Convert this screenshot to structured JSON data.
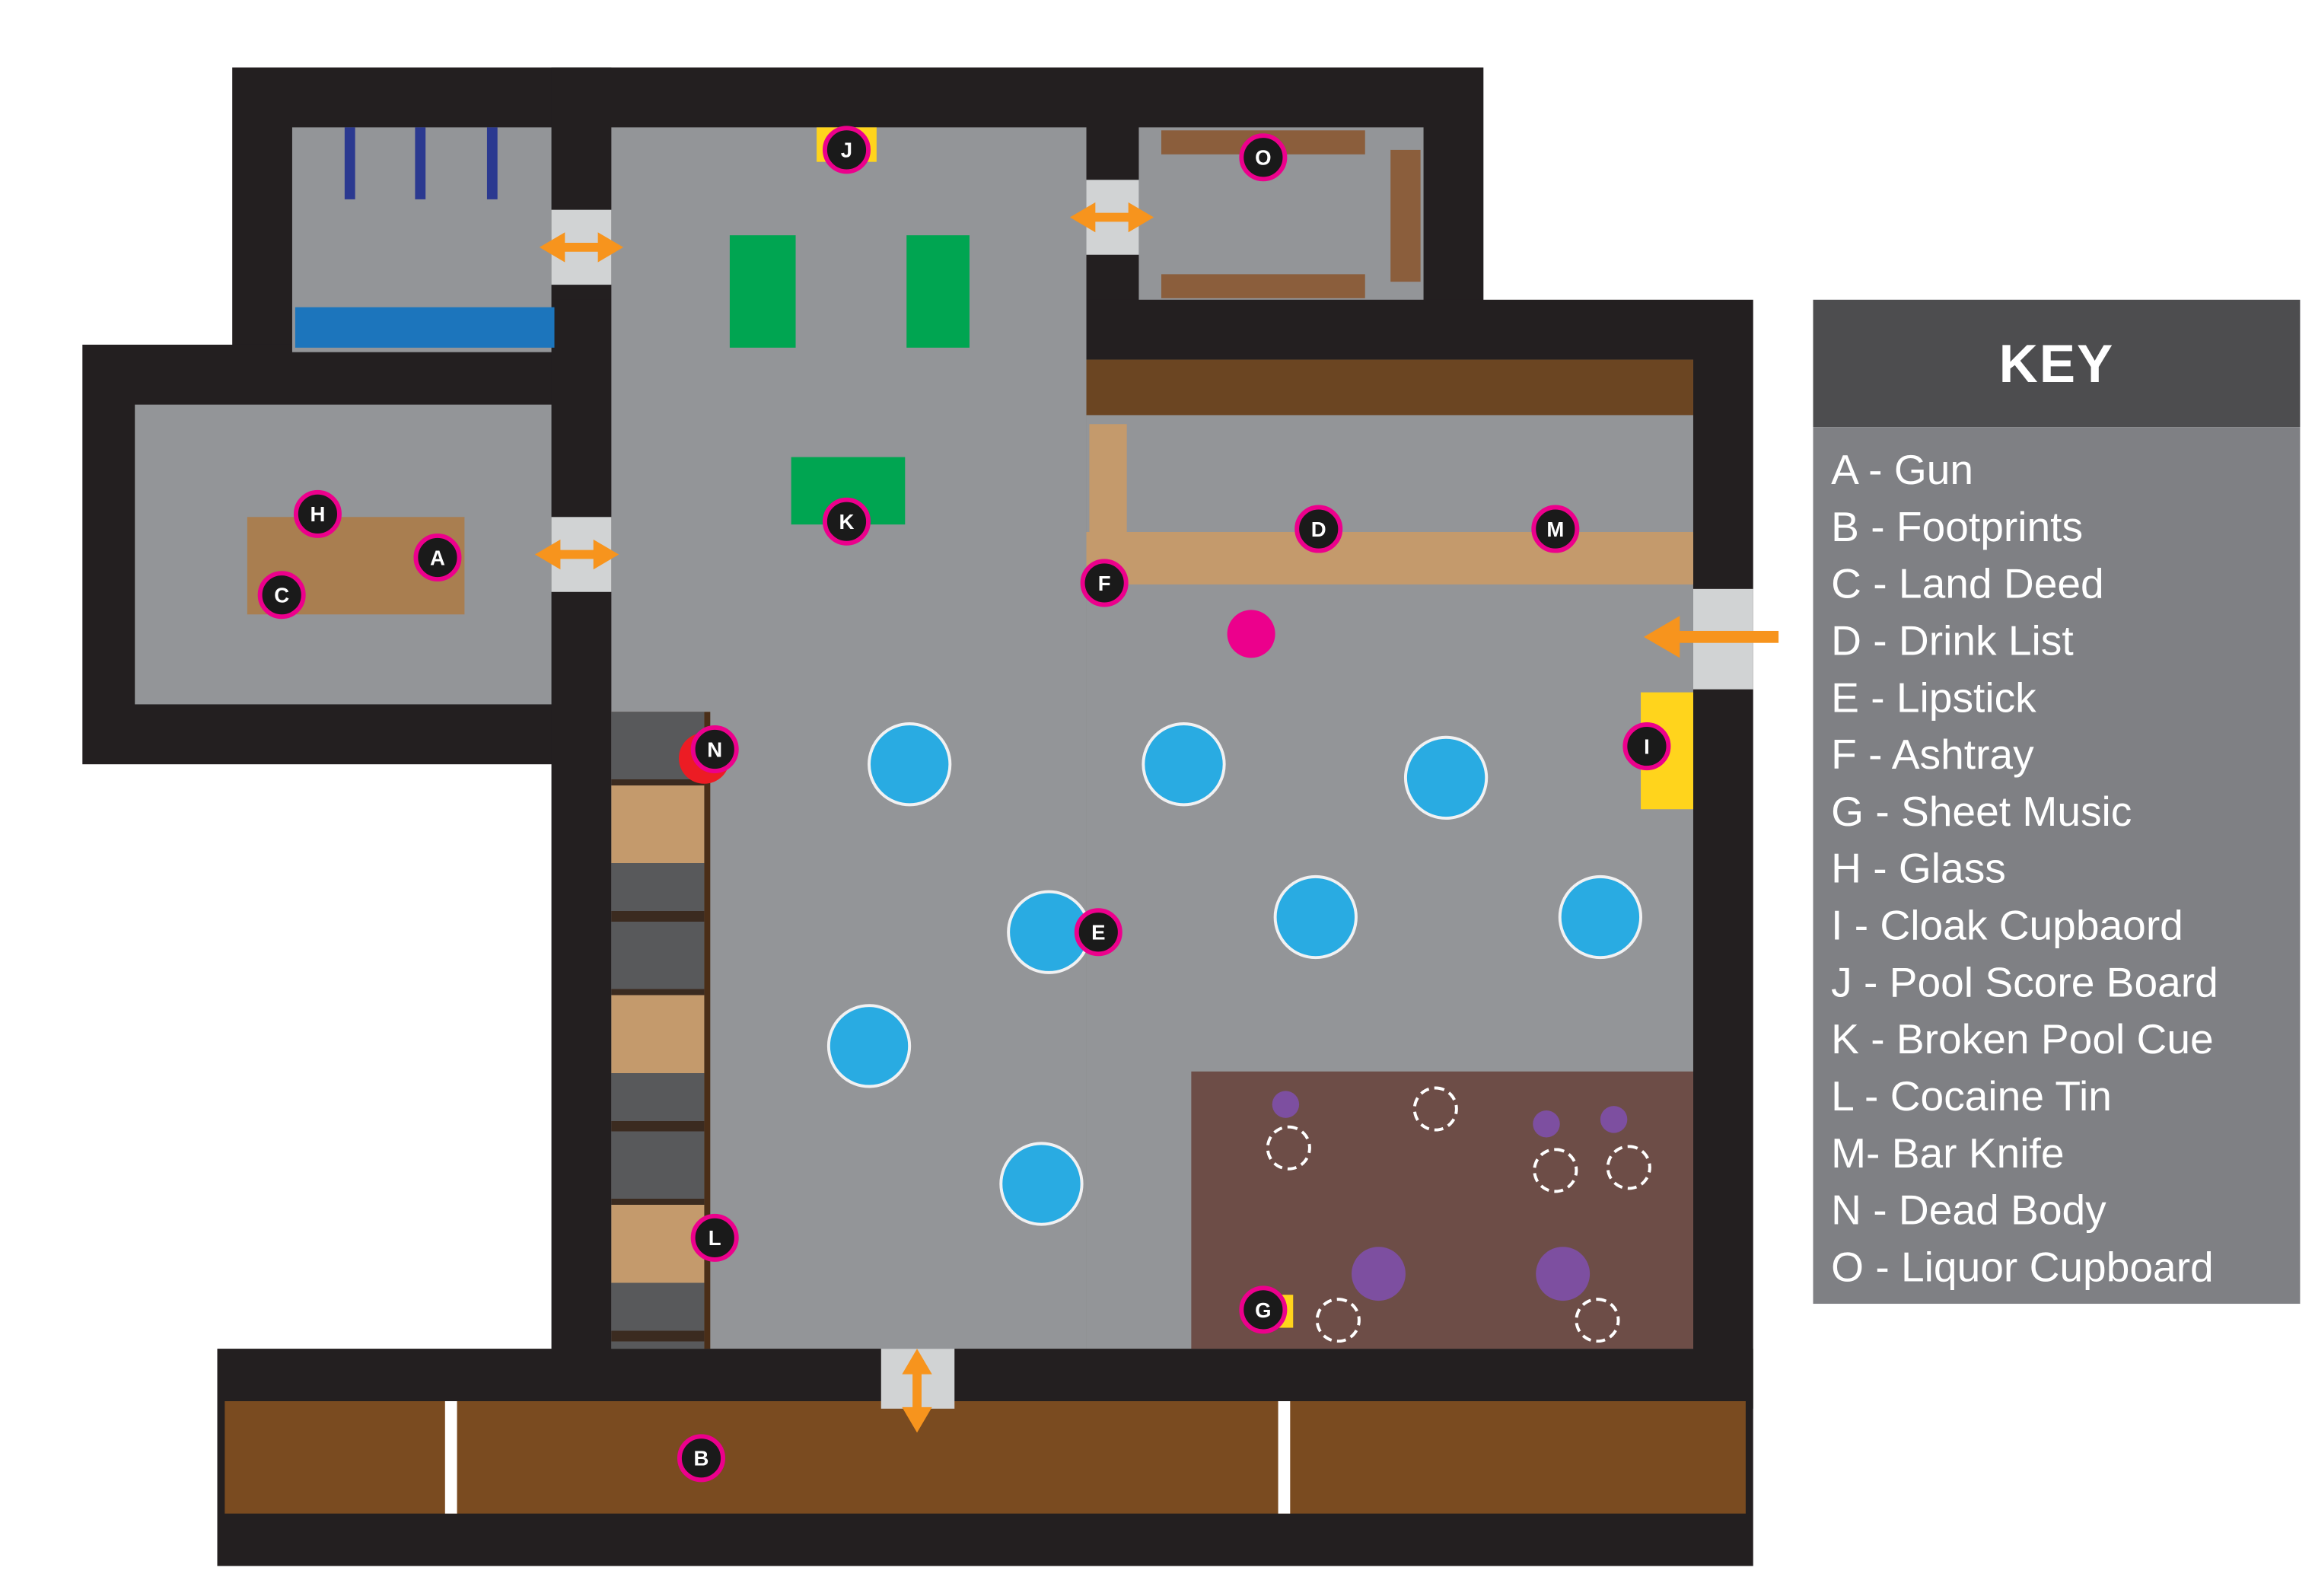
{
  "key": {
    "title": "KEY",
    "items": [
      "A - Gun",
      "B - Footprints",
      "C - Land Deed",
      "D - Drink List",
      "E - Lipstick",
      "F - Ashtray",
      "G - Sheet Music",
      "H - Glass",
      "I - Cloak Cupbaord",
      "J - Pool Score Board",
      "K - Broken Pool Cue",
      "L - Cocaine Tin",
      "M- Bar Knife",
      "N - Dead Body",
      "O - Liquor Cupboard"
    ]
  },
  "markers": {
    "A": "A",
    "B": "B",
    "C": "C",
    "D": "D",
    "E": "E",
    "F": "F",
    "G": "G",
    "H": "H",
    "I": "I",
    "J": "J",
    "K": "K",
    "L": "L",
    "M": "M",
    "N": "N",
    "O": "O"
  },
  "colors": {
    "wall": "#231F20",
    "floor": "#939598",
    "door": "#D1D3D4",
    "arrow": "#F7941D",
    "marker_ring": "#EC008C",
    "pool_table_green": "#00A551",
    "score_board_yellow": "#FFD41C",
    "cloak_cupboard_yellow": "#FFD41C",
    "table_blue": "#29ABE2",
    "dead_body_red": "#EC1C24",
    "stool_purple": "#7D4FA0",
    "bar_brown_dark": "#6B4522",
    "counter_brown": "#C49A6C",
    "corridor_brown": "#7A4B20",
    "stage_maroon": "#6D4D47",
    "cue_rack_navy": "#2B3990",
    "shelf_blue": "#1C75BC",
    "key_header_bg": "#4D4D4F",
    "key_body_bg": "#7F8084"
  }
}
